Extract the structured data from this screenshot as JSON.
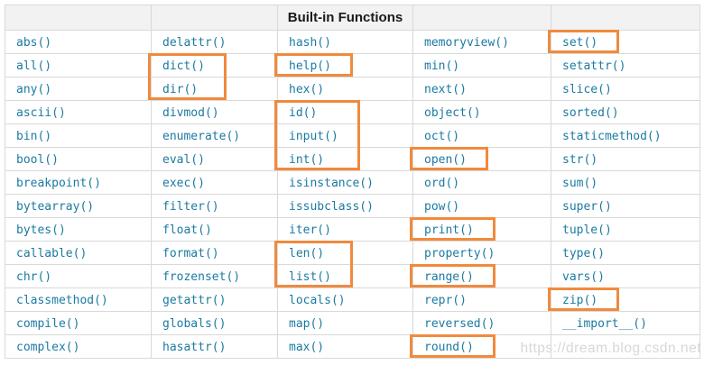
{
  "header": {
    "title": "Built-in Functions"
  },
  "table": {
    "columns": 5,
    "rows": [
      [
        "abs()",
        "delattr()",
        "hash()",
        "memoryview()",
        "set()"
      ],
      [
        "all()",
        "dict()",
        "help()",
        "min()",
        "setattr()"
      ],
      [
        "any()",
        "dir()",
        "hex()",
        "next()",
        "slice()"
      ],
      [
        "ascii()",
        "divmod()",
        "id()",
        "object()",
        "sorted()"
      ],
      [
        "bin()",
        "enumerate()",
        "input()",
        "oct()",
        "staticmethod()"
      ],
      [
        "bool()",
        "eval()",
        "int()",
        "open()",
        "str()"
      ],
      [
        "breakpoint()",
        "exec()",
        "isinstance()",
        "ord()",
        "sum()"
      ],
      [
        "bytearray()",
        "filter()",
        "issubclass()",
        "pow()",
        "super()"
      ],
      [
        "bytes()",
        "float()",
        "iter()",
        "print()",
        "tuple()"
      ],
      [
        "callable()",
        "format()",
        "len()",
        "property()",
        "type()"
      ],
      [
        "chr()",
        "frozenset()",
        "list()",
        "range()",
        "vars()"
      ],
      [
        "classmethod()",
        "getattr()",
        "locals()",
        "repr()",
        "zip()"
      ],
      [
        "compile()",
        "globals()",
        "map()",
        "reversed()",
        "__import__()"
      ],
      [
        "complex()",
        "hasattr()",
        "max()",
        "round()",
        ""
      ]
    ]
  },
  "highlights": {
    "box_color": "#f08a3e",
    "groups": [
      [
        "set()"
      ],
      [
        "dict()",
        "dir()"
      ],
      [
        "help()"
      ],
      [
        "id()",
        "input()",
        "int()"
      ],
      [
        "open()"
      ],
      [
        "print()"
      ],
      [
        "len()",
        "list()"
      ],
      [
        "range()"
      ],
      [
        "zip()"
      ],
      [
        "round()"
      ]
    ]
  },
  "watermark": "https://dream.blog.csdn.net",
  "colors": {
    "function_link": "#1b7aa2",
    "header_background": "#f2f2f2",
    "grid_border": "#d9d9d9",
    "highlight_border": "#f08a3e",
    "watermark_text": "#d7d7d7"
  }
}
